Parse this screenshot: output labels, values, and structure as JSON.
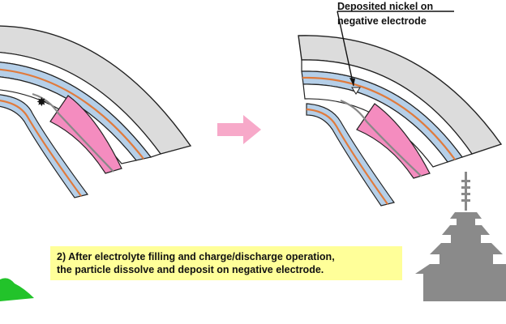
{
  "annotation": {
    "line1": "Deposited nickel on",
    "line2": "negative electrode"
  },
  "caption": {
    "line1": "2)  After electrolyte filling and charge/discharge operation,",
    "line2": "the particle dissolve and deposit on negative electrode."
  },
  "colors": {
    "casing": "#dcdcdc",
    "separator": "#ffffff",
    "negative_electrode": "#b5cfe8",
    "electrode_line": "#e07a3c",
    "positive_electrode": "#f48cbf",
    "arrow": "#f7a9c9",
    "caption_bg": "#ffff99",
    "pagoda": "#8a8a8a",
    "hill": "#22c32a"
  },
  "icons": [
    "right-arrow-icon",
    "particle-star-icon",
    "pagoda-silhouette",
    "green-hill"
  ]
}
